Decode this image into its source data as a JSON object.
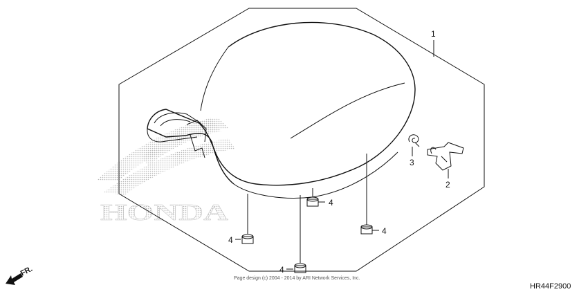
{
  "diagram": {
    "parts": [
      {
        "callout": "1"
      },
      {
        "callout": "2"
      },
      {
        "callout": "3"
      },
      {
        "callout": "4"
      },
      {
        "callout": "4"
      },
      {
        "callout": "4"
      },
      {
        "callout": "4"
      }
    ],
    "direction_label": "FR.",
    "copyright": "Page design (c) 2004 - 2014 by ARI Network Services, Inc.",
    "diagram_code": "HR44F2900",
    "watermark": "HONDA",
    "colors": {
      "line": "#111111",
      "watermark": "#bbbbbb"
    }
  }
}
